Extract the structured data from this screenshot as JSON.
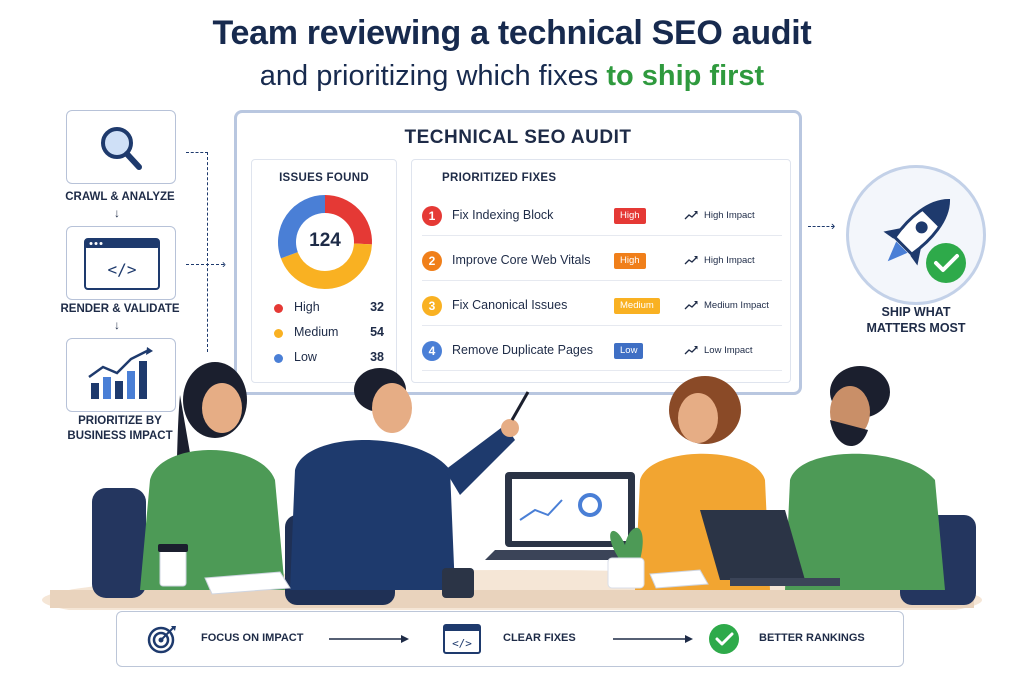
{
  "header": {
    "title_line1": "Team reviewing a technical SEO audit",
    "title_line2_prefix": "and prioritizing which fixes ",
    "title_line2_accent": "to ship first"
  },
  "process": {
    "steps": [
      {
        "label": "CRAWL & ANALYZE",
        "icon": "magnifier-icon"
      },
      {
        "label": "RENDER & VALIDATE",
        "icon": "code-window-icon"
      },
      {
        "label_line1": "PRIORITIZE BY",
        "label_line2": "BUSINESS IMPACT",
        "icon": "growth-chart-icon"
      }
    ]
  },
  "audit": {
    "title": "TECHNICAL SEO AUDIT",
    "issues": {
      "title": "ISSUES FOUND",
      "total": "124",
      "breakdown": [
        {
          "name": "High",
          "count": "32",
          "color": "#e53935"
        },
        {
          "name": "Medium",
          "count": "54",
          "color": "#f9b122"
        },
        {
          "name": "Low",
          "count": "38",
          "color": "#4a7fd6"
        }
      ]
    },
    "fixes": {
      "title": "PRIORITIZED FIXES",
      "items": [
        {
          "num": "1",
          "name": "Fix Indexing Block",
          "priority": "High",
          "impact": "High Impact",
          "num_color": "#e53935",
          "badge_color": "#e53935"
        },
        {
          "num": "2",
          "name": "Improve Core Web Vitals",
          "priority": "High",
          "impact": "High Impact",
          "num_color": "#f07f1a",
          "badge_color": "#f07f1a"
        },
        {
          "num": "3",
          "name": "Fix Canonical Issues",
          "priority": "Medium",
          "impact": "Medium Impact",
          "num_color": "#f9b122",
          "badge_color": "#f9b122"
        },
        {
          "num": "4",
          "name": "Remove Duplicate Pages",
          "priority": "Low",
          "impact": "Low Impact",
          "num_color": "#4a7fd6",
          "badge_color": "#3f6fc4"
        }
      ]
    }
  },
  "outcome": {
    "label_line1": "SHIP WHAT",
    "label_line2": "MATTERS MOST",
    "icon": "rocket-icon"
  },
  "footer": {
    "items": [
      {
        "label": "FOCUS ON IMPACT",
        "icon": "target-icon"
      },
      {
        "label": "CLEAR FIXES",
        "icon": "code-window-icon"
      },
      {
        "label": "BETTER RANKINGS",
        "icon": "check-circle-icon"
      }
    ]
  },
  "colors": {
    "navy": "#172a4e",
    "accent_green": "#2f9a3e",
    "check_green": "#2eaa4a"
  }
}
